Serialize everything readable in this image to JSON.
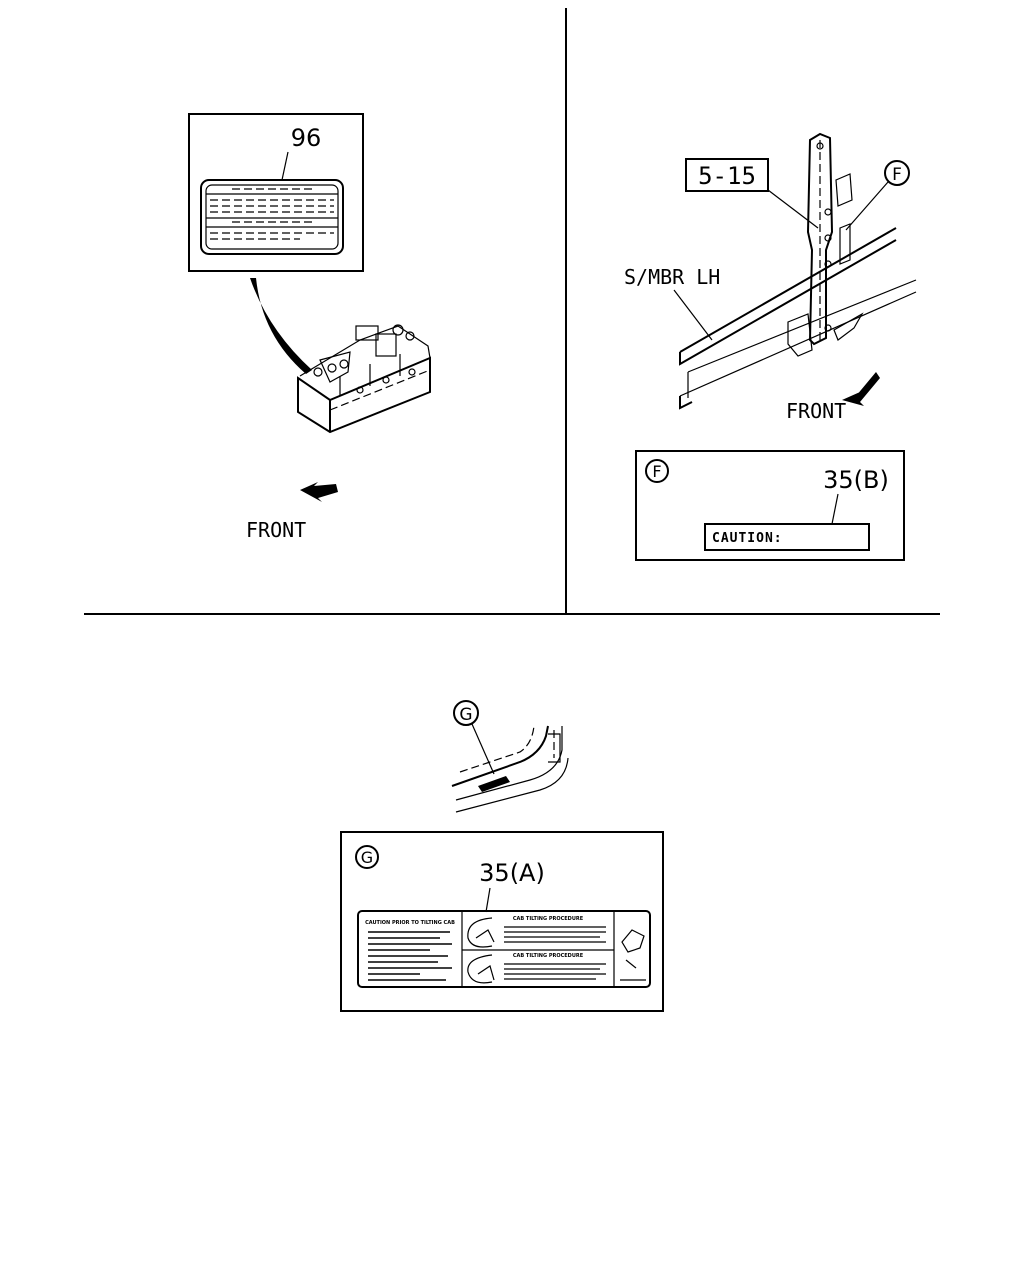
{
  "panels": {
    "top_left": {
      "callout": "96",
      "front_label": "FRONT"
    },
    "top_right": {
      "ref_box": "5-15",
      "member_label": "S/MBR LH",
      "front_label": "FRONT",
      "circle_ref": "F",
      "detail": {
        "circle_ref": "F",
        "callout": "35(B)",
        "plate_text": "CAUTION:"
      }
    },
    "bottom": {
      "circle_ref": "G",
      "detail": {
        "circle_ref": "G",
        "callout": "35(A)",
        "heading_left": "CAUTION PRIOR TO TILTING CAB",
        "heading_right_top": "CAB TILTING PROCEDURE",
        "heading_right_bottom": "CAB TILTING PROCEDURE"
      }
    }
  }
}
